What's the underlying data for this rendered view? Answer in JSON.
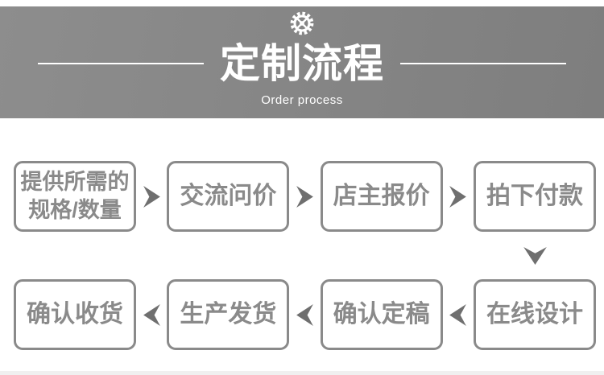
{
  "banner": {
    "title": "定制流程",
    "subtitle": "Order process",
    "icon": "gear-icon"
  },
  "flow": {
    "row1": {
      "direction": "right",
      "steps": [
        {
          "lines": [
            "提供所需的",
            "规格/数量"
          ]
        },
        {
          "label": "交流问价"
        },
        {
          "label": "店主报价"
        },
        {
          "label": "拍下付款"
        }
      ]
    },
    "row2": {
      "direction": "left",
      "steps": [
        {
          "label": "确认收货"
        },
        {
          "label": "生产发货"
        },
        {
          "label": "确认定稿"
        },
        {
          "label": "在线设计"
        }
      ]
    }
  },
  "icons": {
    "gear": "gear-icon",
    "arrow_right": "arrow-right-icon",
    "arrow_left": "arrow-left-icon",
    "arrow_down": "arrow-down-icon"
  },
  "colors": {
    "background": "#ffffff",
    "banner_gradient_start": "#8d8d8d",
    "banner_gradient_end": "#7e7e7e",
    "banner_text": "#ffffff",
    "box_border": "#8a8a8a",
    "box_text": "#8a8a8a",
    "arrow": "#6f6f6f",
    "bottom_strip": "#f0f0f0"
  }
}
